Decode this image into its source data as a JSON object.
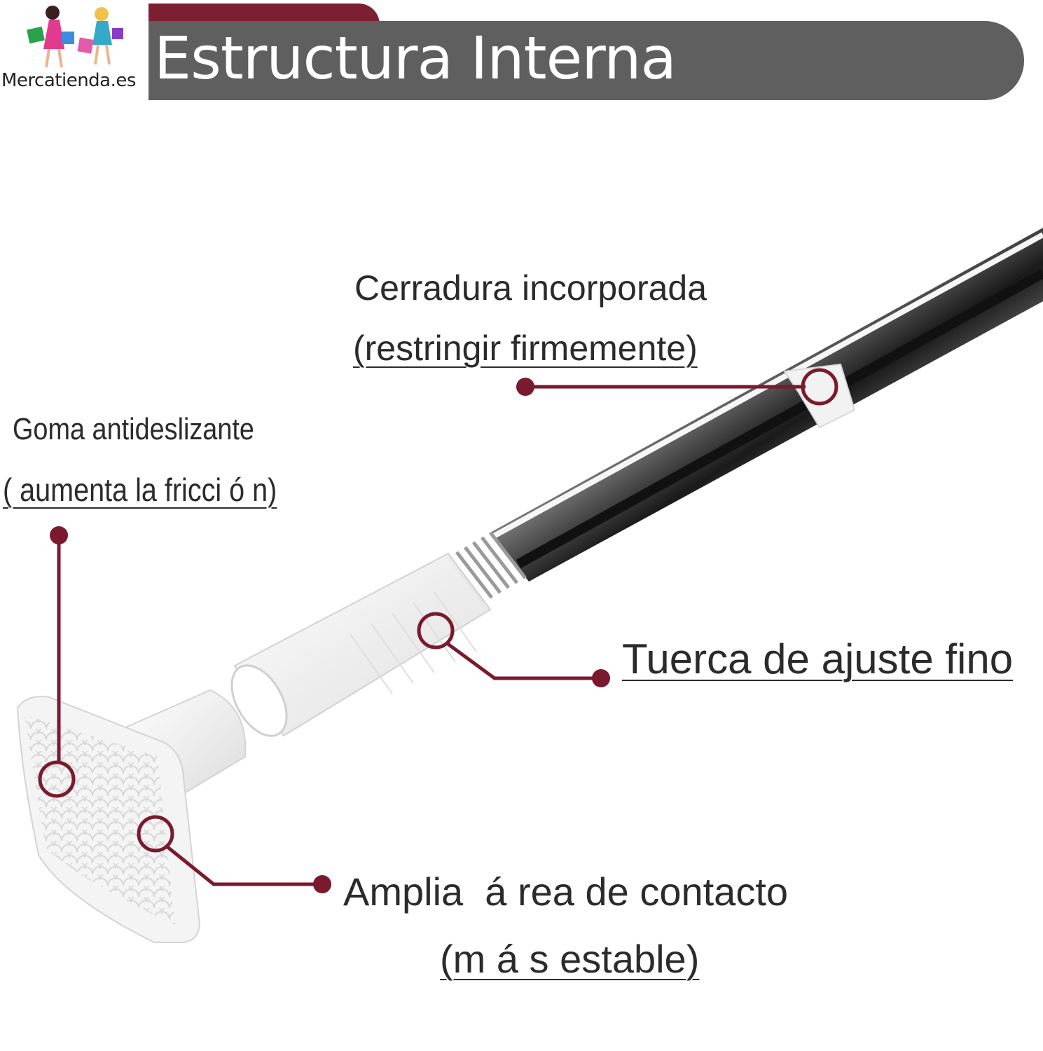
{
  "logo": {
    "text": "Mercatienda.es"
  },
  "header": {
    "title": "Estructura Interna"
  },
  "labels": {
    "lock_title": "Cerradura incorporada",
    "lock_sub": "(restringir firmemente)",
    "rubber_title": "Goma antideslizante",
    "rubber_sub": "( aumenta la fricci ó n)",
    "nut_title": "Tuerca de ajuste fino",
    "contact_title": "Amplia  á rea de contacto",
    "contact_sub": "(m á s estable)"
  },
  "colors": {
    "accent": "#7d1f33",
    "header_bar": "#5f5f5f",
    "callout": "#7a1a2e"
  }
}
